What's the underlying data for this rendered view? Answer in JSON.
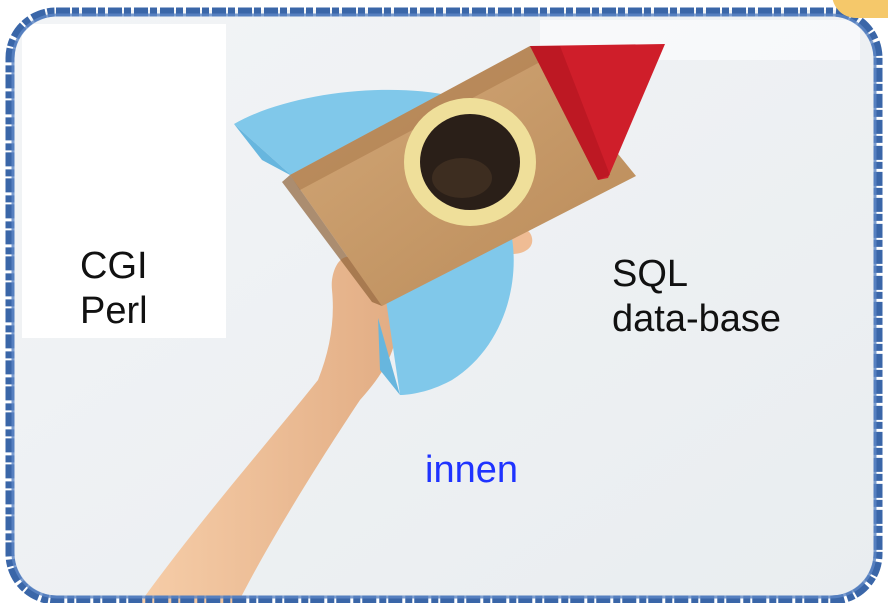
{
  "left_label": {
    "line1": "CGI",
    "line2": "Perl"
  },
  "right_label": {
    "line1": "SQL",
    "line2": "data-base"
  },
  "center_label": {
    "text": "innen"
  },
  "colors": {
    "frame_border": "#3a66a8",
    "label_text": "#111111",
    "center_label_text": "#1f33ff",
    "rocket_body": "#c99a64",
    "rocket_nose": "#cf1e2a",
    "rocket_fin": "#80c8ea",
    "porthole_ring": "#efdf9a",
    "porthole_hole": "#2a1f18",
    "skin": "#f2c29a",
    "background_wall": "#eef1f3",
    "corner_ornament": "#f5c86a"
  },
  "image": {
    "subject": "hand holding a cardboard rocket with red nose, blue fins and round porthole"
  }
}
